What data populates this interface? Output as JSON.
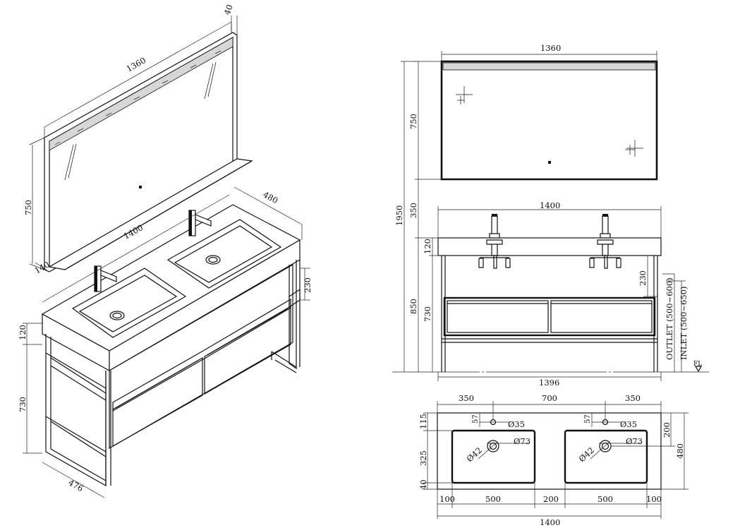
{
  "iso": {
    "mirror_width": "1360",
    "mirror_depth": "40",
    "mirror_height": "750",
    "shelf_depth": "140",
    "vanity_width": "1400",
    "vanity_depth": "480",
    "basin_depth": "230",
    "top_thickness": "120",
    "frame_height": "730",
    "frame_depth": "476"
  },
  "front": {
    "mirror_width": "1360",
    "mirror_height": "750",
    "gap_height": "350",
    "total_height": "1950",
    "vanity_width": "1400",
    "top_thickness": "120",
    "frame_height": "730",
    "counter_height": "850",
    "basin_depth": "230",
    "outlet_label": "OUTLET (500~600)",
    "inlet_label": "INLET (500~650)",
    "floor_label": "FL",
    "base_width": "1396"
  },
  "plan": {
    "top_dims": [
      "350",
      "700",
      "350"
    ],
    "left_dims": [
      "115",
      "325",
      "40"
    ],
    "right_dims": [
      "200",
      "480"
    ],
    "bottom_dims": [
      "100",
      "500",
      "200",
      "500",
      "100"
    ],
    "total_width": "1400",
    "faucet_offset": "57",
    "faucet_hole": "Ø35",
    "drain_outer": "Ø73",
    "drain_inner": "Ø42"
  }
}
